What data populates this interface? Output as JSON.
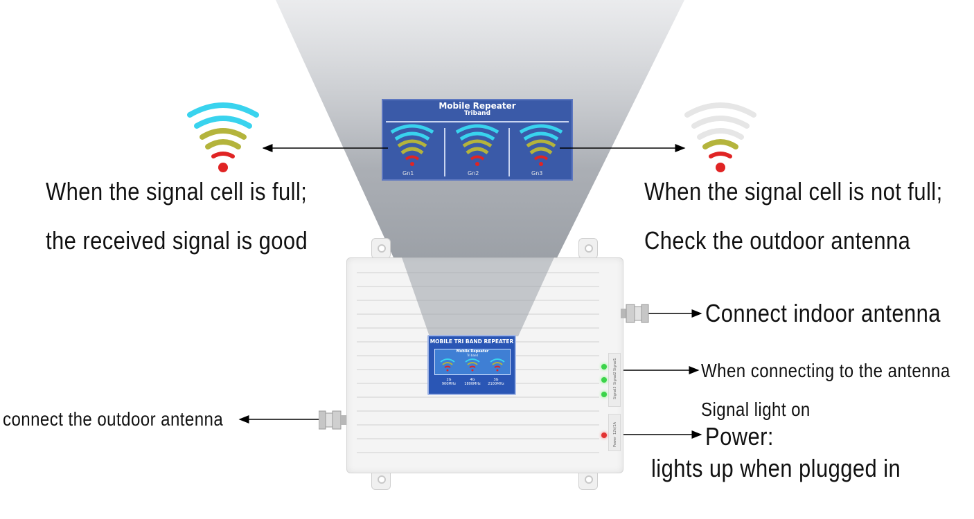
{
  "zoom_screen": {
    "title": "Mobile Repeater",
    "subtitle": "Triband",
    "band_labels": [
      "Gn1",
      "Gn2",
      "Gn3"
    ]
  },
  "device_panel": {
    "header": "MOBILE TRI BAND REPEATER",
    "screen_title": "Mobile Repeater",
    "screen_subtitle": "Tri band",
    "bands": [
      {
        "name": "2G",
        "freq": "900MHz"
      },
      {
        "name": "4G",
        "freq": "1800MHz"
      },
      {
        "name": "3G",
        "freq": "2100MHz"
      }
    ],
    "led_labels": [
      "Signal1",
      "Signal2",
      "Signal3"
    ],
    "power_label": "Power",
    "voltage_label": "12V/2A"
  },
  "callouts": {
    "full_line1": "When the signal cell is full;",
    "full_line2": "the received signal is good",
    "notfull_line1": "When the signal cell is not full;",
    "notfull_line2": "Check the outdoor antenna",
    "indoor": "Connect indoor antenna",
    "antenna_line1": "When connecting to the antenna",
    "antenna_line2": "Signal light on",
    "power_line1": "Power:",
    "power_line2": "lights up when plugged in",
    "outdoor": "connect the outdoor antenna"
  },
  "colors": {
    "wave_cyan": "#39d3ee",
    "wave_olive": "#b4b43c",
    "wave_red": "#e02424",
    "panel_blue": "#2a56b5",
    "zoom_blue": "#3a5aa8"
  }
}
